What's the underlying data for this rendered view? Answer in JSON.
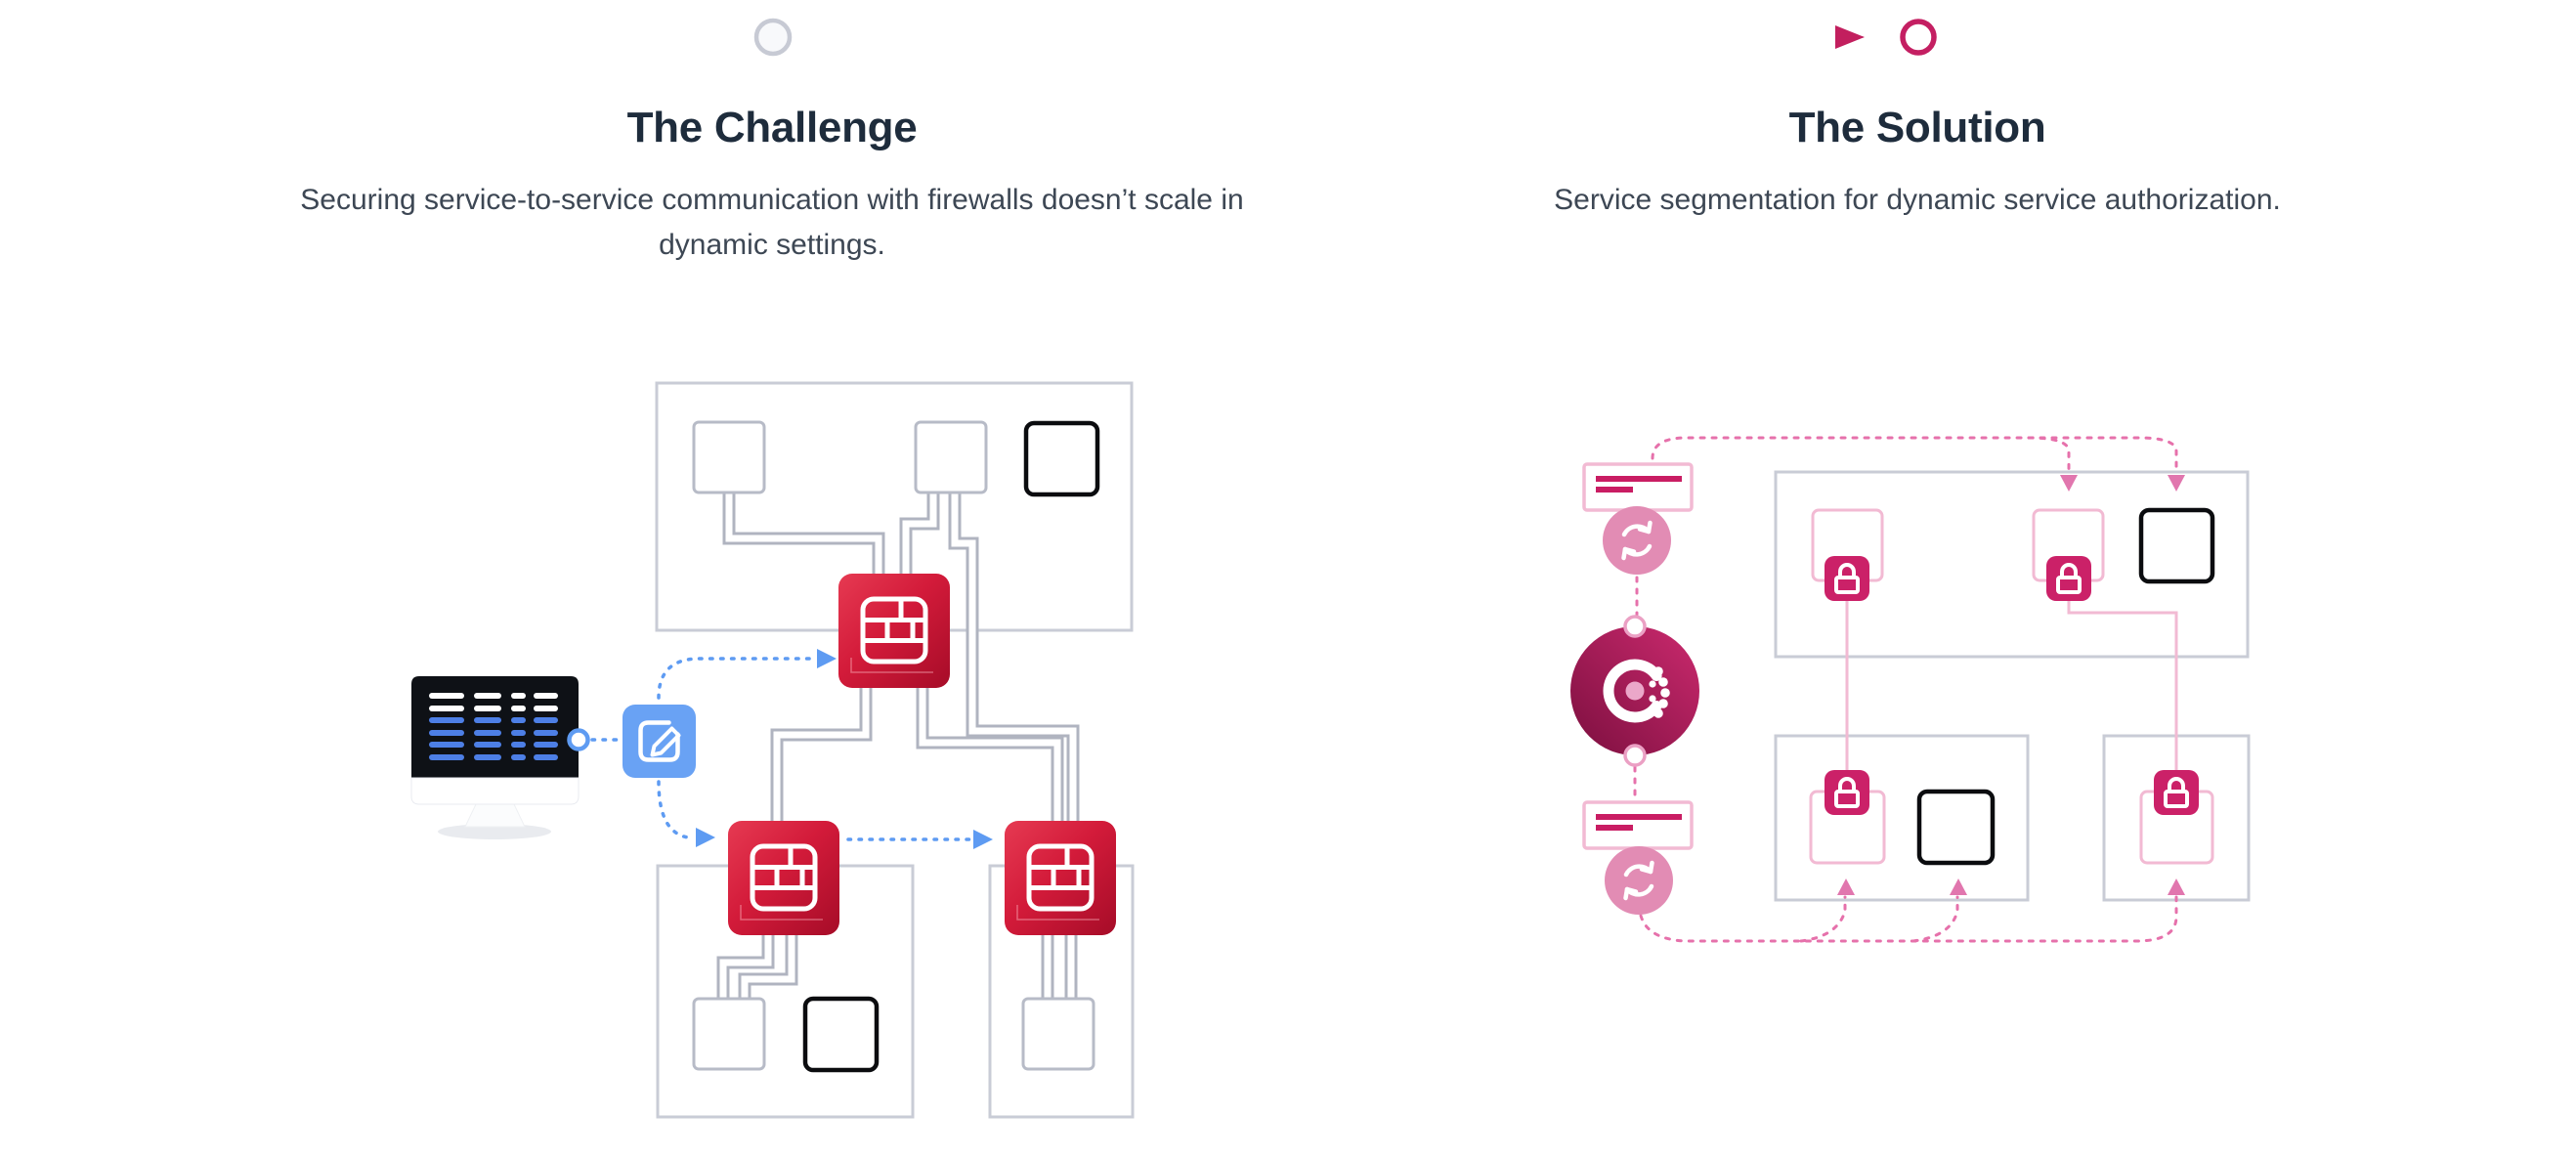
{
  "progress": {
    "steps": [
      {
        "name": "challenge",
        "state": "passed"
      },
      {
        "name": "solution",
        "state": "current"
      }
    ],
    "colors": {
      "track_gray": "#c9ccd6",
      "track_pink": "#c21f5e"
    }
  },
  "sections": {
    "challenge": {
      "title": "The Challenge",
      "description": "Securing service-to-service communication with firewalls doesn’t scale in dynamic settings."
    },
    "solution": {
      "title": "The Solution",
      "description": "Service segmentation for dynamic service authorization."
    }
  },
  "diagrams": {
    "challenge_icons": [
      "monitor-icon",
      "edit-icon",
      "firewall-icon",
      "service-box",
      "external-service-box",
      "network-group"
    ],
    "solution_icons": [
      "document-card",
      "sync-icon",
      "consul-logo-icon",
      "lock-icon",
      "service-box",
      "external-service-box",
      "network-group"
    ]
  },
  "colors": {
    "heading": "#1e2c3c",
    "body_text": "#3d4754",
    "firewall_red": "#d31b3a",
    "flow_blue": "#5e9bf2",
    "consul_magenta": "#cb2168",
    "pink_light": "#f2bad3",
    "pink_dash": "#e671ab",
    "group_gray": "#c9ccd6"
  }
}
